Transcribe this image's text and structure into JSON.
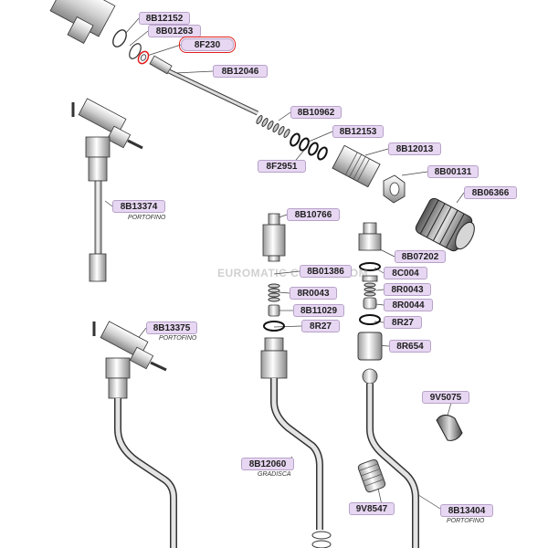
{
  "diagram": {
    "watermark": "EUROMATIC COFFEE.COM",
    "labels": {
      "l8B12152": "8B12152",
      "l8B01263": "8B01263",
      "l8F230": "8F230",
      "l8B12046": "8B12046",
      "l8B10962": "8B10962",
      "l8B12153": "8B12153",
      "l8B12013": "8B12013",
      "l8F2951": "8F2951",
      "l8B00131": "8B00131",
      "l8B06366": "8B06366",
      "l8B13374": "8B13374",
      "l8B10766": "8B10766",
      "l8B07202": "8B07202",
      "l8B01386": "8B01386",
      "l8C004": "8C004",
      "l8R0043a": "8R0043",
      "l8R0043b": "8R0043",
      "l8B11029": "8B11029",
      "l8R0044": "8R0044",
      "l8R27a": "8R27",
      "l8R27b": "8R27",
      "l8B13375": "8B13375",
      "l8R654": "8R654",
      "l9V5075": "9V5075",
      "l8B12060": "8B12060",
      "l9V8547": "9V8547",
      "l8B13404": "8B13404"
    },
    "sublabels": {
      "portofino1": "PORTOFINO",
      "portofino2": "PORTOFINO",
      "gradisca": "GRADISCA",
      "portofino3": "PORTOFINO"
    },
    "highlight": {
      "color": "#e11c1c",
      "part": "8F230"
    },
    "colors": {
      "label_fill": "#e7d7f2",
      "line": "#333333"
    }
  }
}
